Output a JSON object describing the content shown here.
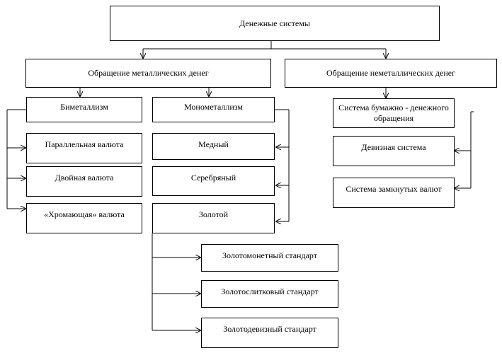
{
  "root": "Денежные системы",
  "metallic": {
    "title": "Обращение металлических денег",
    "bimetallism": {
      "title": "Биметаллизм",
      "items": [
        "Параллельная валюта",
        "Двойная валюта",
        "«Хромающая» валюта"
      ]
    },
    "monometallism": {
      "title": "Монометаллизм",
      "items": [
        "Медный",
        "Серебряный",
        "Золотой"
      ],
      "gold_standards": [
        "Золотомонетный стандарт",
        "Золотослитковый стандарт",
        "Золотодевизный стандарт"
      ]
    }
  },
  "nonmetallic": {
    "title": "Обращение неметаллических денег",
    "items": [
      "Система бумажно - денежного обращения",
      "Девизная система",
      "Система замкнутых валют"
    ]
  }
}
